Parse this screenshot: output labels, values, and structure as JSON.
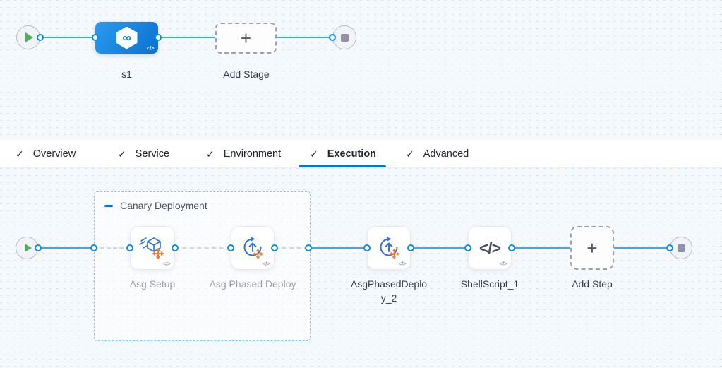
{
  "pipeline_studio": {
    "stage_graph": {
      "stage": {
        "name": "s1",
        "type": "cd-stage"
      },
      "add_stage": {
        "label": "Add Stage"
      }
    },
    "tabs": {
      "items": [
        {
          "label": "Overview",
          "checked": true
        },
        {
          "label": "Service",
          "checked": true
        },
        {
          "label": "Environment",
          "checked": true
        },
        {
          "label": "Execution",
          "checked": true
        },
        {
          "label": "Advanced",
          "checked": true
        }
      ],
      "active_tab": "Execution"
    },
    "execution_graph": {
      "step_group": {
        "label": "Canary Deployment",
        "steps": [
          {
            "name": "Asg Setup",
            "icon": "asg-setup-icon"
          },
          {
            "name": "Asg Phased Deploy",
            "icon": "asg-phased-deploy-icon"
          }
        ]
      },
      "steps": [
        {
          "name": "AsgPhasedDeploy_2",
          "icon": "asg-phased-deploy-icon"
        },
        {
          "name": "ShellScript_1",
          "icon": "shell-script-icon"
        }
      ],
      "add_step": {
        "label": "Add Step"
      }
    }
  },
  "glyphs": {
    "check": "✓",
    "plus": "+",
    "infinity": "∞",
    "code_badge": "</>",
    "shell_script": "</>"
  },
  "colors": {
    "accent_blue": "#0278d5",
    "connector_blue": "#3fa7ee",
    "dot_ring_blue": "#0b8fe2",
    "dashed_connector_gray": "#a8abbd",
    "canary_border_blue": "#7cc9f2",
    "stage_gradient_start": "#2a9bee",
    "stage_gradient_end": "#0a70d0",
    "icon_blue": "#2e73d2",
    "icon_orange": "#f6762c",
    "play_green": "#4cb05e",
    "end_square_gray": "#8f91a8",
    "canvas_bg": "#f6f9fc",
    "grid_dash": "#d9e1ea"
  }
}
